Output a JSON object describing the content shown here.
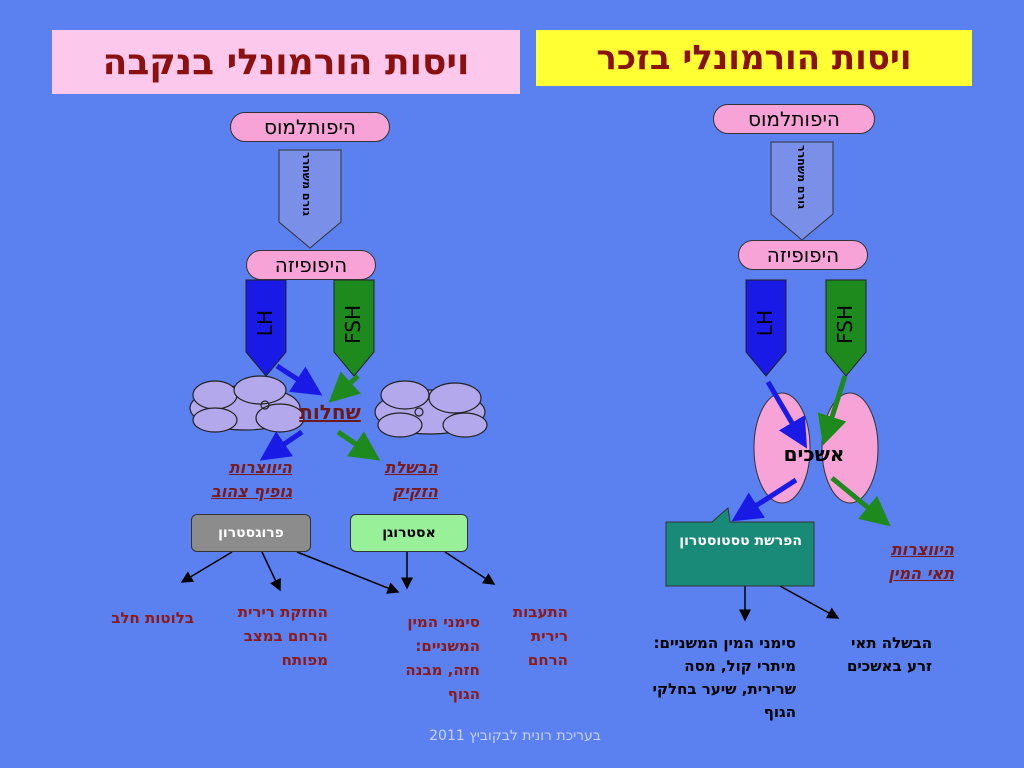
{
  "male": {
    "title": "ויסות הורמונלי בזכר",
    "hypothalamus": "היפותלמוס",
    "releasing_factor": "גורם משחרר",
    "pituitary": "היפופיזה",
    "lh": "LH",
    "fsh": "FSH",
    "testes": "אשכים",
    "testosterone_box": "הפרשת טסטוסטרון",
    "sperm_cells": "היווצרות תאי המין",
    "secondary_traits": "סימני המין המשניים: מיתרי קול, מסה שרירית, שיער בחלקי הגוף",
    "sperm_maturation": "הבשלה תאי זרע באשכים"
  },
  "female": {
    "title": "ויסות הורמונלי בנקבה",
    "hypothalamus": "היפותלמוס",
    "releasing_factor": "גורם משחרר",
    "pituitary": "היפופיזה",
    "lh": "LH",
    "fsh": "FSH",
    "ovaries": "שחלות",
    "corpus_luteum": "היווצרות גופיף צהוב",
    "follicle": "הבשלת הזקיק",
    "progesterone": "פרוגסטרון",
    "estrogen": "אסטרוגן",
    "milk_glands": "בלוטות חלב",
    "uterus_strengthen": "החזקת רירית הרחם במצב מפותח",
    "secondary_traits": "סימני המין המשניים: חזה, מבנה הגוף",
    "uterus_thicken": "התעבות רירית הרחם"
  },
  "footer": "בעריכת רונית לבקוביץ 2011",
  "colors": {
    "background": "#5b80f0",
    "lh": "#1a1ae6",
    "fsh": "#1e7f1e",
    "oval": "#f7a3d8",
    "progesterone": "#8c8c8c",
    "estrogen": "#98f098",
    "testosterone": "#1a8a78",
    "arrow_blue": "#1a1ae6",
    "arrow_green": "#1e8a1e"
  }
}
